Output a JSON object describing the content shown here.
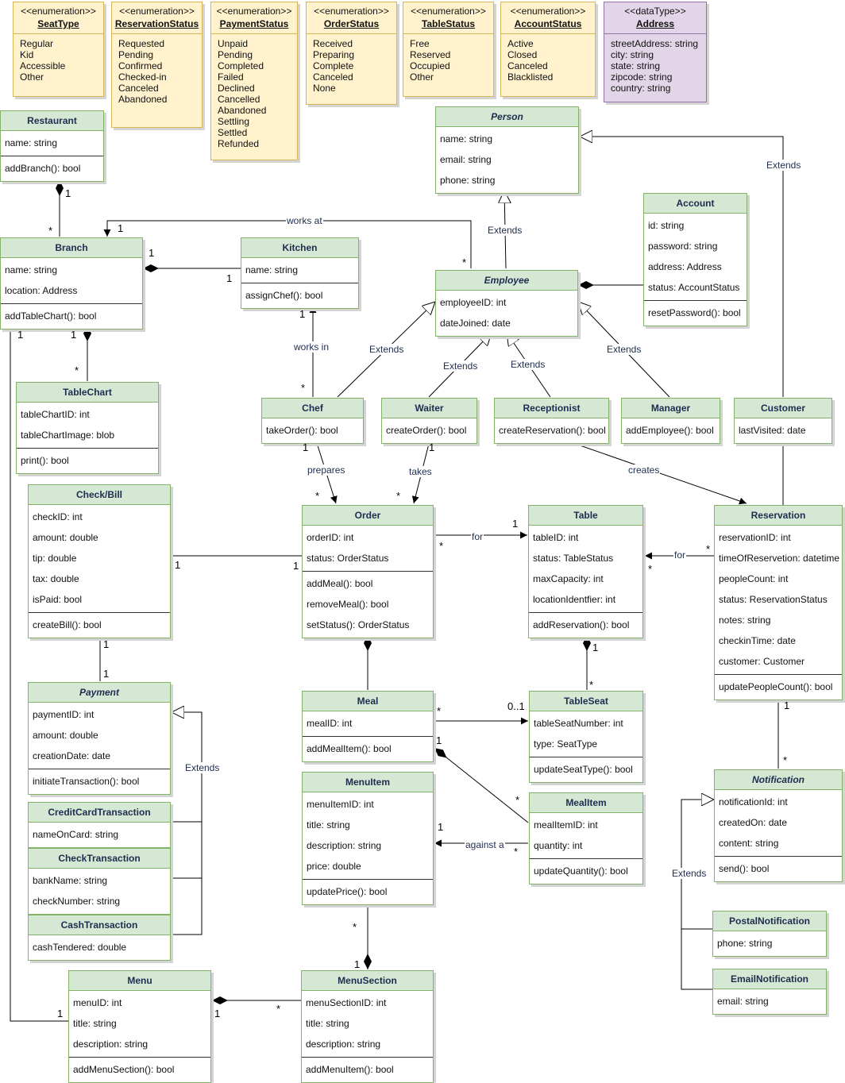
{
  "enumerations": [
    {
      "id": "seattype",
      "stereotype": "<<enumeration>>",
      "name": "SeatType",
      "values": [
        "Regular",
        "Kid",
        "Accessible",
        "Other"
      ]
    },
    {
      "id": "reservationstatus",
      "stereotype": "<<enumeration>>",
      "name": "ReservationStatus",
      "values": [
        "Requested",
        "Pending",
        "Confirmed",
        "Checked-in",
        "Canceled",
        "Abandoned"
      ]
    },
    {
      "id": "paymentstatus",
      "stereotype": "<<enumeration>>",
      "name": "PaymentStatus",
      "values": [
        "Unpaid",
        "Pending",
        "Completed",
        "Failed",
        "Declined",
        "Cancelled",
        "Abandoned",
        "Settling",
        "Settled",
        "Refunded"
      ]
    },
    {
      "id": "orderstatus",
      "stereotype": "<<enumeration>>",
      "name": "OrderStatus",
      "values": [
        "Received",
        "Preparing",
        "Complete",
        "Canceled",
        "None"
      ]
    },
    {
      "id": "tablestatus",
      "stereotype": "<<enumeration>>",
      "name": "TableStatus",
      "values": [
        "Free",
        "Reserved",
        "Occupied",
        "Other"
      ]
    },
    {
      "id": "accountstatus",
      "stereotype": "<<enumeration>>",
      "name": "AccountStatus",
      "values": [
        "Active",
        "Closed",
        "Canceled",
        "Blacklisted"
      ]
    },
    {
      "id": "address",
      "stereotype": "<<dataType>>",
      "name": "Address",
      "values": [
        "streetAddress: string",
        "city: string",
        "state: string",
        "zipcode: string",
        "country: string"
      ]
    }
  ],
  "classes": [
    {
      "id": "restaurant",
      "name": "Restaurant",
      "italic": false,
      "attributes": [
        "name: string"
      ],
      "methods": [
        "addBranch(): bool"
      ]
    },
    {
      "id": "person",
      "name": "Person",
      "italic": true,
      "attributes": [
        "name: string",
        "email: string",
        "phone: string"
      ],
      "methods": []
    },
    {
      "id": "account",
      "name": "Account",
      "italic": false,
      "attributes": [
        "id: string",
        "password: string",
        "address: Address",
        "status: AccountStatus"
      ],
      "methods": [
        "resetPassword(): bool"
      ]
    },
    {
      "id": "branch",
      "name": "Branch",
      "italic": false,
      "attributes": [
        "name: string",
        "location: Address"
      ],
      "methods": [
        "addTableChart(): bool"
      ]
    },
    {
      "id": "kitchen",
      "name": "Kitchen",
      "italic": false,
      "attributes": [
        "name: string"
      ],
      "methods": [
        "assignChef(): bool"
      ]
    },
    {
      "id": "employee",
      "name": "Employee",
      "italic": true,
      "attributes": [
        "employeeID: int",
        "dateJoined: date"
      ],
      "methods": []
    },
    {
      "id": "tablechart",
      "name": "TableChart",
      "italic": false,
      "attributes": [
        "tableChartID: int",
        "tableChartImage: blob"
      ],
      "methods": [
        "print(): bool"
      ]
    },
    {
      "id": "chef",
      "name": "Chef",
      "italic": false,
      "attributes": [
        "takeOrder(): bool"
      ],
      "methods": []
    },
    {
      "id": "waiter",
      "name": "Waiter",
      "italic": false,
      "attributes": [
        "createOrder(): bool"
      ],
      "methods": []
    },
    {
      "id": "receptionist",
      "name": "Receptionist",
      "italic": false,
      "attributes": [
        "createReservation(): bool"
      ],
      "methods": []
    },
    {
      "id": "manager",
      "name": "Manager",
      "italic": false,
      "attributes": [
        "addEmployee(): bool"
      ],
      "methods": []
    },
    {
      "id": "customer",
      "name": "Customer",
      "italic": false,
      "attributes": [
        "lastVisited: date"
      ],
      "methods": []
    },
    {
      "id": "checkbill",
      "name": "Check/Bill",
      "italic": false,
      "attributes": [
        "checkID: int",
        "amount: double",
        "tip: double",
        "tax: double",
        "isPaid: bool"
      ],
      "methods": [
        "createBill(): bool"
      ]
    },
    {
      "id": "order",
      "name": "Order",
      "italic": false,
      "attributes": [
        "orderID: int",
        "status: OrderStatus"
      ],
      "methods": [
        "addMeal(): bool",
        "removeMeal(): bool",
        "setStatus(): OrderStatus"
      ]
    },
    {
      "id": "table",
      "name": "Table",
      "italic": false,
      "attributes": [
        "tableID: int",
        "status: TableStatus",
        "maxCapacity: int",
        "locationIdentfier: int"
      ],
      "methods": [
        "addReservation(): bool"
      ]
    },
    {
      "id": "reservation",
      "name": "Reservation",
      "italic": false,
      "attributes": [
        "reservationID: int",
        "timeOfReservetion: datetime",
        "peopleCount: int",
        "status: ReservationStatus",
        "notes: string",
        "checkinTime: date",
        "customer: Customer"
      ],
      "methods": [
        "updatePeopleCount(): bool"
      ]
    },
    {
      "id": "payment",
      "name": "Payment",
      "italic": true,
      "attributes": [
        "paymentID: int",
        "amount: double",
        "creationDate: date"
      ],
      "methods": [
        "initiateTransaction(): bool"
      ]
    },
    {
      "id": "meal",
      "name": "Meal",
      "italic": false,
      "attributes": [
        "mealID: int"
      ],
      "methods": [
        "addMealItem(): bool"
      ]
    },
    {
      "id": "tableseat",
      "name": "TableSeat",
      "italic": false,
      "attributes": [
        "tableSeatNumber: int",
        "type: SeatType"
      ],
      "methods": [
        "updateSeatType(): bool"
      ]
    },
    {
      "id": "creditcard",
      "name": "CreditCardTransaction",
      "italic": false,
      "attributes": [
        "nameOnCard: string"
      ],
      "methods": []
    },
    {
      "id": "menuitem",
      "name": "MenuItem",
      "italic": false,
      "attributes": [
        "menuItemID: int",
        "title: string",
        "description: string",
        "price: double"
      ],
      "methods": [
        "updatePrice(): bool"
      ]
    },
    {
      "id": "mealitem",
      "name": "MealItem",
      "italic": false,
      "attributes": [
        "mealItemID: int",
        "quantity: int"
      ],
      "methods": [
        "updateQuantity(): bool"
      ]
    },
    {
      "id": "notification",
      "name": "Notification",
      "italic": true,
      "attributes": [
        "notificationId: int",
        "createdOn: date",
        "content: string"
      ],
      "methods": [
        "send(): bool"
      ]
    },
    {
      "id": "checktx",
      "name": "CheckTransaction",
      "italic": false,
      "attributes": [
        "bankName: string",
        "checkNumber: string"
      ],
      "methods": []
    },
    {
      "id": "cashtx",
      "name": "CashTransaction",
      "italic": false,
      "attributes": [
        "cashTendered: double"
      ],
      "methods": []
    },
    {
      "id": "postal",
      "name": "PostalNotification",
      "italic": false,
      "attributes": [
        "phone: string"
      ],
      "methods": []
    },
    {
      "id": "email",
      "name": "EmailNotification",
      "italic": false,
      "attributes": [
        "email: string"
      ],
      "methods": []
    },
    {
      "id": "menu",
      "name": "Menu",
      "italic": false,
      "attributes": [
        "menuID: int",
        "title: string",
        "description: string"
      ],
      "methods": [
        "addMenuSection(): bool"
      ]
    },
    {
      "id": "menusection",
      "name": "MenuSection",
      "italic": false,
      "attributes": [
        "menuSectionID: int",
        "title: string",
        "description: string"
      ],
      "methods": [
        "addMenuItem(): bool"
      ]
    }
  ],
  "labels": {
    "works_at": "works at",
    "extends": "Extends",
    "works_in": "works in",
    "prepares": "prepares",
    "takes": "takes",
    "creates": "creates",
    "for": "for",
    "against_a": "against a"
  },
  "multiplicities": {
    "one": "1",
    "many": "*",
    "zero_one": "0..1"
  },
  "colors": {
    "class_header": "#d5e8d4",
    "class_border": "#82b366",
    "enum_fill": "#fff2cc",
    "enum_border": "#d6b656",
    "datatype_fill": "#e1d5e7",
    "datatype_border": "#9673a6"
  }
}
